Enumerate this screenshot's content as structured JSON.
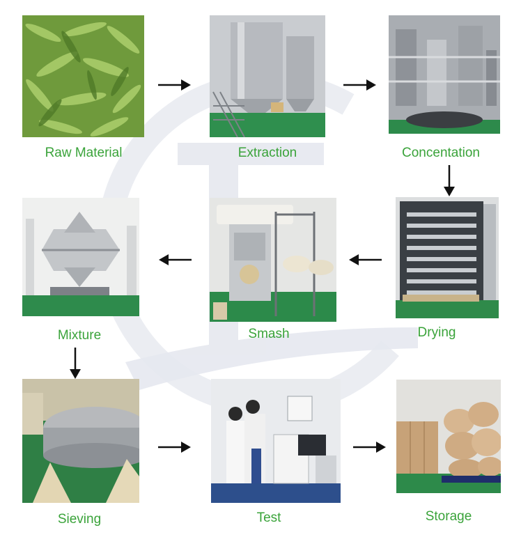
{
  "colors": {
    "label": "#3aa33a",
    "arrow": "#111111",
    "watermark": "#e7e9ef"
  },
  "steps": [
    {
      "label": "Raw Material"
    },
    {
      "label": "Extraction"
    },
    {
      "label": "Concentation"
    },
    {
      "label": "Drying"
    },
    {
      "label": "Smash"
    },
    {
      "label": "Mixture"
    },
    {
      "label": "Sieving"
    },
    {
      "label": "Test"
    },
    {
      "label": "Storage"
    }
  ]
}
